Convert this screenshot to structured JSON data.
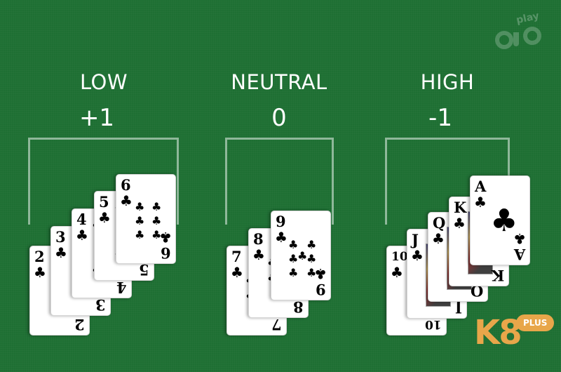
{
  "groups": {
    "low": {
      "name": "LOW",
      "value": "+1",
      "cards": [
        {
          "rank": "2",
          "suit": "♣"
        },
        {
          "rank": "3",
          "suit": "♣"
        },
        {
          "rank": "4",
          "suit": "♣"
        },
        {
          "rank": "5",
          "suit": "♣"
        },
        {
          "rank": "6",
          "suit": "♣"
        }
      ]
    },
    "neutral": {
      "name": "NEUTRAL",
      "value": "0",
      "cards": [
        {
          "rank": "7",
          "suit": "♣"
        },
        {
          "rank": "8",
          "suit": "♣"
        },
        {
          "rank": "9",
          "suit": "♣"
        }
      ]
    },
    "high": {
      "name": "HIGH",
      "value": "-1",
      "cards": [
        {
          "rank": "10",
          "suit": "♣"
        },
        {
          "rank": "J",
          "suit": "♣"
        },
        {
          "rank": "Q",
          "suit": "♣"
        },
        {
          "rank": "K",
          "suit": "♣"
        },
        {
          "rank": "A",
          "suit": "♣"
        }
      ]
    }
  },
  "logos": {
    "ojo_play": "play",
    "k8": "K8",
    "k8_plus": "PLUS"
  },
  "colors": {
    "felt": "#1e6f33",
    "bracket": "#8fb89a",
    "k8_gold": "#e8a64a"
  }
}
